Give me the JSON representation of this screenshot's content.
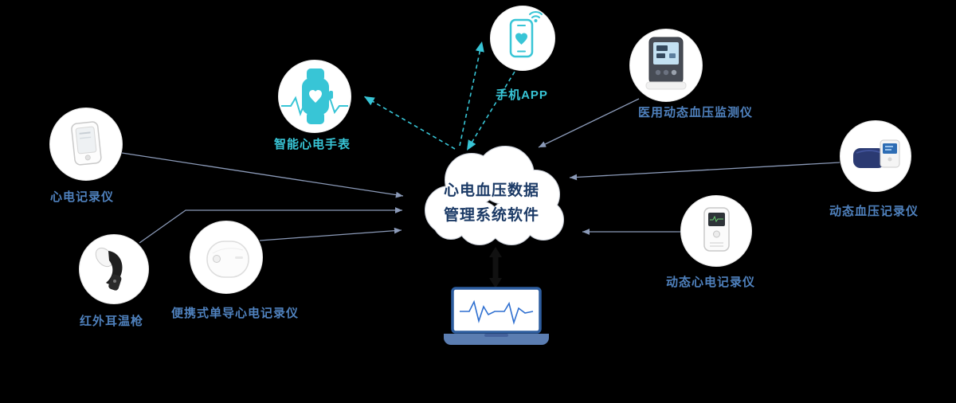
{
  "cloud": {
    "line1": "心电血压数据",
    "line2": "管理系统软件"
  },
  "nodes": {
    "watch": {
      "label": "智能心电手表"
    },
    "phone": {
      "label": "手机APP"
    },
    "ecg_recorder": {
      "label": "心电记录仪"
    },
    "ear_device": {
      "label": "红外耳温枪"
    },
    "portable_ecg": {
      "label": "便携式单导心电记录仪"
    },
    "bp_monitor": {
      "label": "医用动态血压监测仪"
    },
    "bp_recorder": {
      "label": "动态血压记录仪"
    },
    "holter": {
      "label": "动态心电记录仪"
    }
  },
  "colors": {
    "accent_teal": "#38c5d6",
    "label_blue": "#4f81bd",
    "cloud_text_navy": "#1b3a66",
    "arrow_gray": "#8b9ab8",
    "laptop_base_blue": "#5b7db1"
  }
}
